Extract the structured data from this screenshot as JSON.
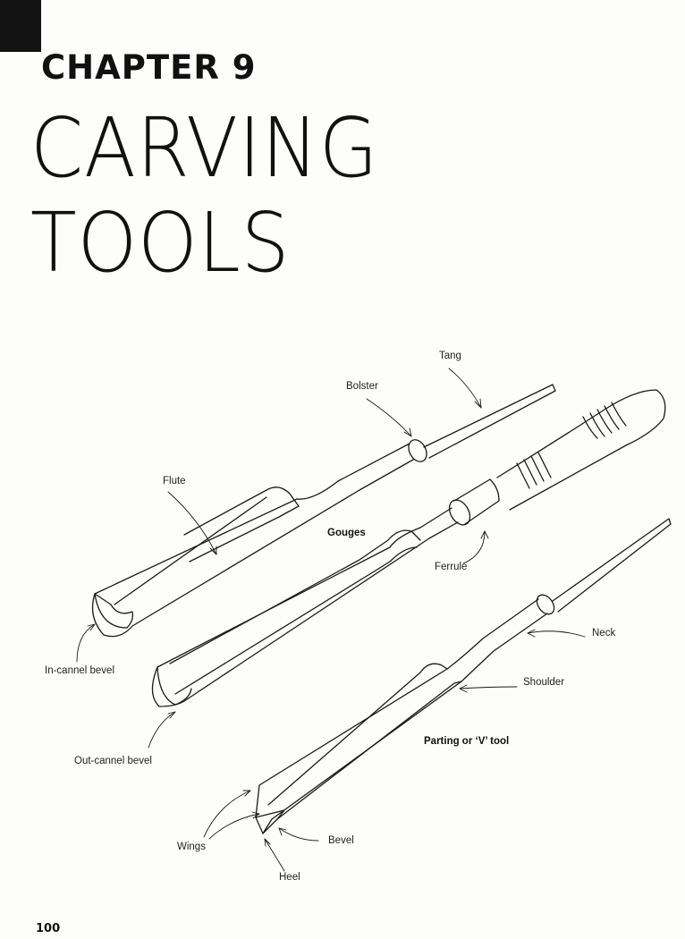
{
  "header": {
    "chapter": "CHAPTER 9",
    "title_line1": "CARVING",
    "title_line2": "TOOLS"
  },
  "figure": {
    "labels": {
      "tang": "Tang",
      "bolster": "Bolster",
      "flute": "Flute",
      "gouges": "Gouges",
      "ferrule": "Ferrule",
      "in_cannel": "In-cannel bevel",
      "neck": "Neck",
      "shoulder": "Shoulder",
      "out_cannel": "Out-cannel bevel",
      "parting": "Parting or ‘V’ tool",
      "wings": "Wings",
      "bevel": "Bevel",
      "heel": "Heel"
    }
  },
  "footer": {
    "page_number": "100"
  }
}
